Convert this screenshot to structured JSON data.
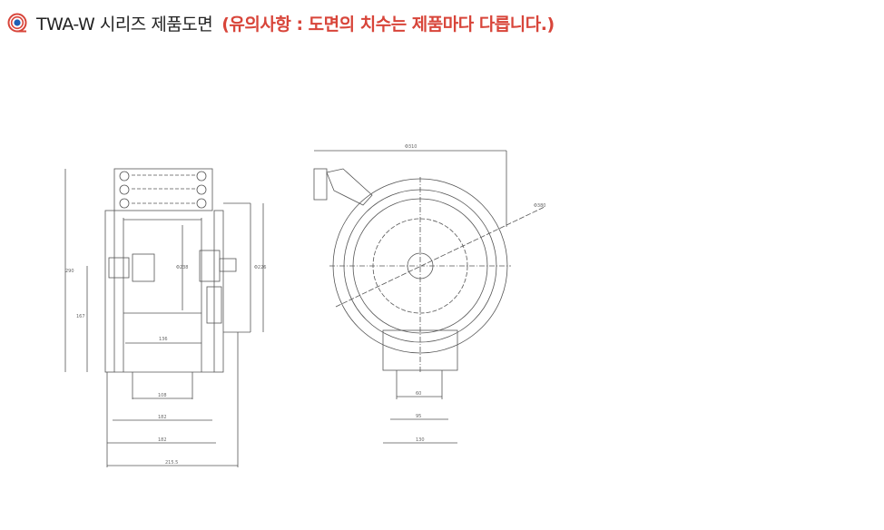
{
  "header": {
    "logo_icon": "hose-reel-logo-icon",
    "title": "TWA-W 시리즈 제품도면",
    "notice": "(유의사항 : 도면의 치수는 제품마다 다릅니다.)"
  },
  "colors": {
    "title": "#222222",
    "notice": "#d8453a",
    "logo_red": "#d8453a",
    "logo_blue": "#1f5fb5",
    "line": "#555555"
  },
  "drawing": {
    "front_view": {
      "dims": {
        "height_total": "290",
        "height_center": "167",
        "drum_dia": "Φ238",
        "right_height": "Φ226",
        "inner_width": "136",
        "base_hole": "108",
        "base_inner": "182",
        "base_outer": "182",
        "total_width": "215.5"
      }
    },
    "side_view": {
      "dims": {
        "top_width": "Φ310",
        "diameter": "Φ380",
        "base_hole": "60",
        "base_inner": "95",
        "base_outer": "130"
      }
    }
  }
}
